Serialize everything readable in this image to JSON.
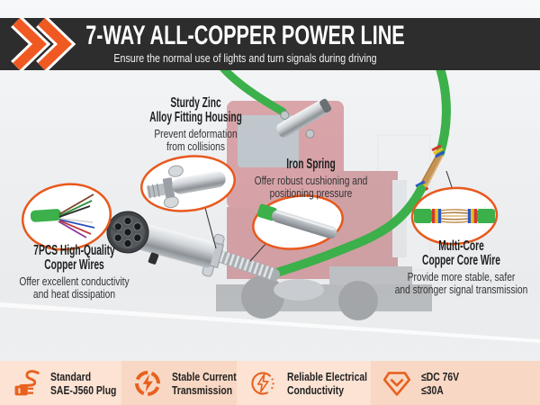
{
  "header": {
    "title": "7-WAY ALL-COPPER POWER LINE",
    "subtitle": "Ensure the normal use of lights and turn signals during driving"
  },
  "callouts": [
    {
      "id": "zinc-housing",
      "heading": [
        "Sturdy Zinc",
        "Alloy Fitting Housing"
      ],
      "body": [
        "Prevent deformation",
        "from collisions"
      ]
    },
    {
      "id": "iron-spring",
      "heading": [
        "Iron Spring"
      ],
      "body": [
        "Offer robust cushioning and",
        "positioning pressure"
      ]
    },
    {
      "id": "copper-wires",
      "heading": [
        "7PCS High-Quality",
        "Copper Wires"
      ],
      "body": [
        "Offer excellent conductivity",
        "and heat dissipation"
      ]
    },
    {
      "id": "multi-core",
      "heading": [
        "Multi-Core",
        "Copper Core Wire"
      ],
      "body": [
        "Provide more stable, safer",
        "and stronger signal transmission"
      ]
    }
  ],
  "bottom_bar": {
    "items": [
      {
        "icon": "plug-icon",
        "lines": [
          "Standard",
          "SAE-J560 Plug"
        ]
      },
      {
        "icon": "stable-current-icon",
        "lines": [
          "Stable Current",
          "Transmission"
        ]
      },
      {
        "icon": "conductivity-icon",
        "lines": [
          "Reliable Electrical",
          "Conductivity"
        ]
      },
      {
        "icon": "rating-icon",
        "lines": [
          "≤DC 76V",
          "≤30A"
        ]
      }
    ]
  },
  "colors": {
    "banner": "#2d2d2d",
    "accent_orange": "#ed5a1c",
    "cable_green": "#3cb04a",
    "bar_light": "#fce3d4",
    "bar_dark": "#f8d8c4"
  }
}
